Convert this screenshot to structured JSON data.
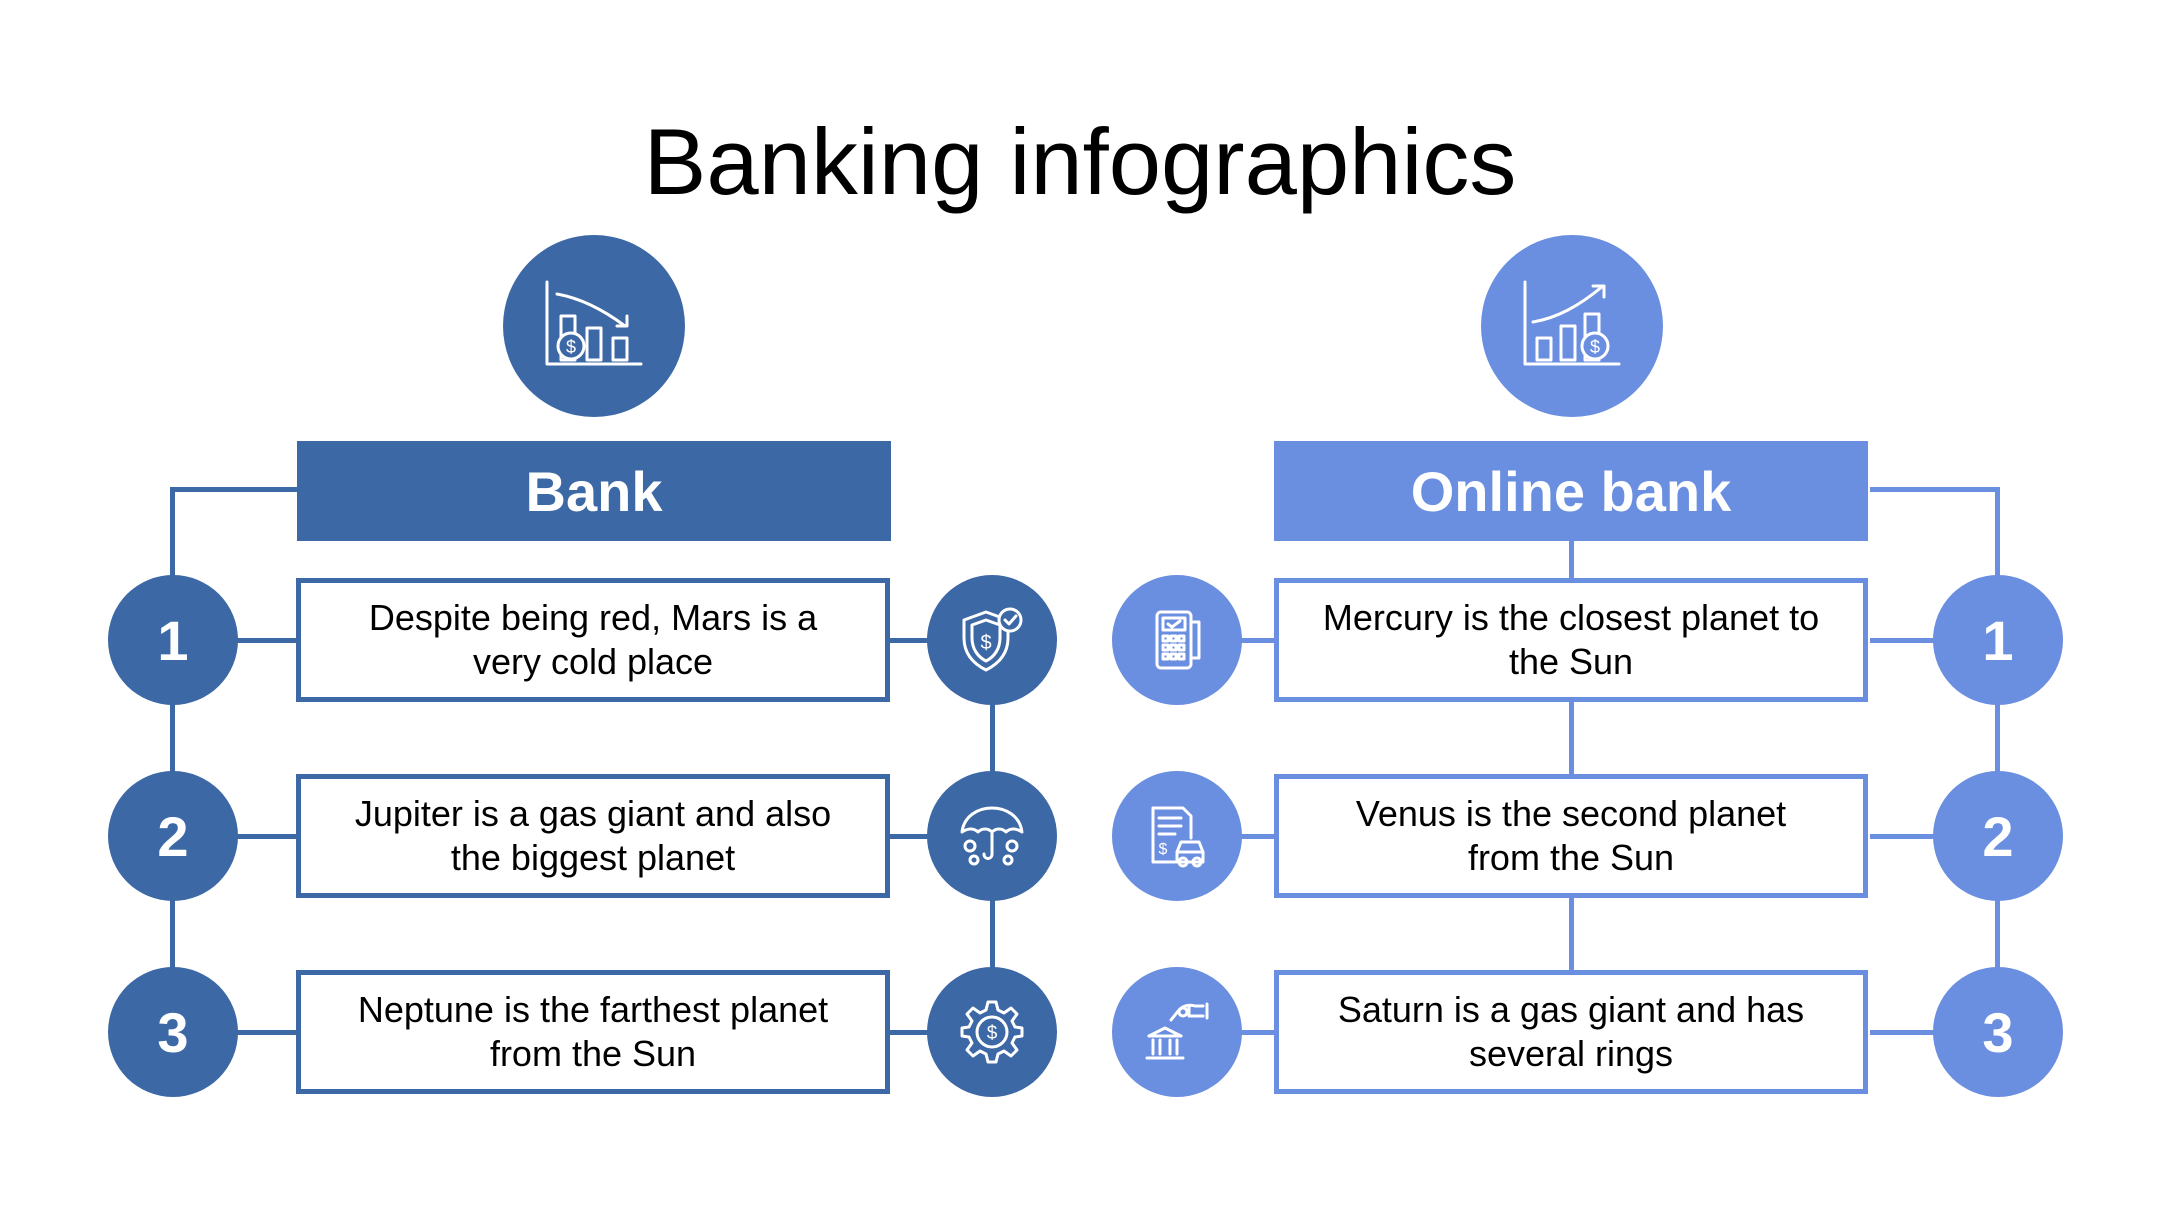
{
  "title": "Banking infographics",
  "colors": {
    "bank": "#3c68a5",
    "online": "#6a8ee0"
  },
  "columns": [
    {
      "header": "Bank",
      "top_icon": "chart-down-coin-icon",
      "items": [
        {
          "number": "1",
          "text": "Despite being red, Mars is a very cold place",
          "icon": "shield-dollar-icon"
        },
        {
          "number": "2",
          "text": "Jupiter is a gas giant and also the biggest planet",
          "icon": "umbrella-coins-icon"
        },
        {
          "number": "3",
          "text": "Neptune is the farthest planet from the Sun",
          "icon": "gear-dollar-icon"
        }
      ]
    },
    {
      "header": "Online bank",
      "top_icon": "chart-up-coin-icon",
      "items": [
        {
          "number": "1",
          "text": "Mercury is the closest planet to the Sun",
          "icon": "card-terminal-icon"
        },
        {
          "number": "2",
          "text": "Venus is the second planet from the Sun",
          "icon": "car-loan-document-icon"
        },
        {
          "number": "3",
          "text": "Saturn is a gas giant and has several rings",
          "icon": "bank-hand-icon"
        }
      ]
    }
  ]
}
